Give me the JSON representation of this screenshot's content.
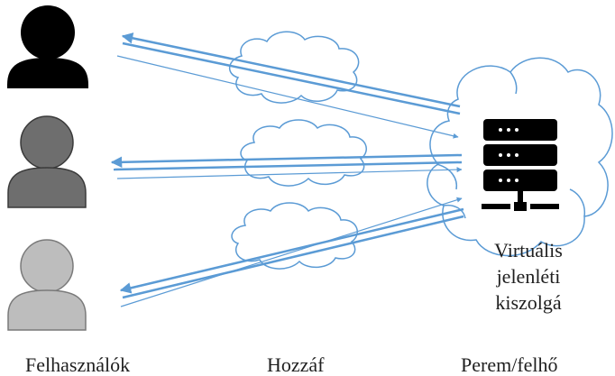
{
  "labels": {
    "users": "Felhasználók",
    "access": "Hozzáf",
    "edge": "Perem/felhő"
  },
  "server": {
    "label_lines": [
      "Virtuális",
      "jelenléti",
      "kiszolgá"
    ],
    "icon": "server-rack-icon"
  },
  "users": [
    {
      "icon": "user-icon",
      "color": "#000000"
    },
    {
      "icon": "user-icon",
      "color": "#6e6e6e"
    },
    {
      "icon": "user-icon",
      "color": "#bdbdbd"
    }
  ],
  "colors": {
    "arrow": "#5b9bd5",
    "cloud_stroke": "#5b9bd5",
    "server": "#000000"
  }
}
